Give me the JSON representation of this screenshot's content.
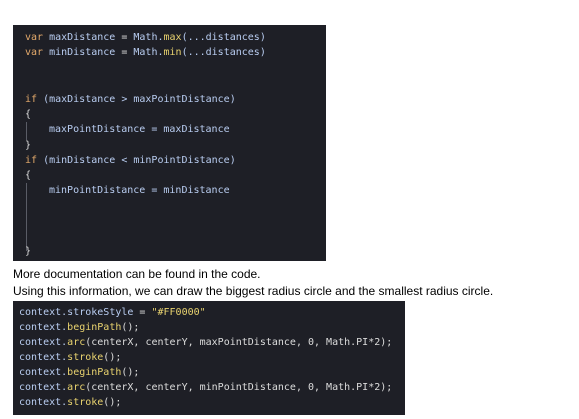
{
  "code_block_1": {
    "line1": {
      "kw": "var ",
      "name": "maxDistance",
      "eq": " = ",
      "obj": "Math.",
      "fn": "max",
      "args": "(...distances)"
    },
    "line2": {
      "kw": "var ",
      "name": "minDistance",
      "eq": " = ",
      "obj": "Math.",
      "fn": "min",
      "args": "(...distances)"
    },
    "line3": {
      "kw": "if ",
      "cond": "(maxDistance > maxPointDistance)"
    },
    "line4": "{",
    "line5": "maxPointDistance = maxDistance",
    "line6": "}",
    "line7": {
      "kw": "if ",
      "cond": "(minDistance < minPointDistance)"
    },
    "line8": "{",
    "line9": "minPointDistance = minDistance",
    "line10": "}"
  },
  "prose": {
    "line1": "More documentation can be found in the code.",
    "line2": "Using this information, we can draw the biggest radius circle and the smallest radius circle."
  },
  "code_block_2": {
    "line1": {
      "obj": "context.",
      "prop": "strokeStyle",
      "eq": " = ",
      "str": "\"#FF0000\""
    },
    "line2": {
      "obj": "context.",
      "fn": "beginPath",
      "rest": "();"
    },
    "line3": {
      "obj": "context.",
      "fn": "arc",
      "rest": "(centerX, centerY, maxPointDistance, 0, Math.PI*2);"
    },
    "line4": {
      "obj": "context.",
      "fn": "stroke",
      "rest": "();"
    },
    "line5": {
      "obj": "context.",
      "fn": "beginPath",
      "rest": "();"
    },
    "line6": {
      "obj": "context.",
      "fn": "arc",
      "rest": "(centerX, centerY, minPointDistance, 0, Math.PI*2);"
    },
    "line7": {
      "obj": "context.",
      "fn": "stroke",
      "rest": "();"
    }
  }
}
